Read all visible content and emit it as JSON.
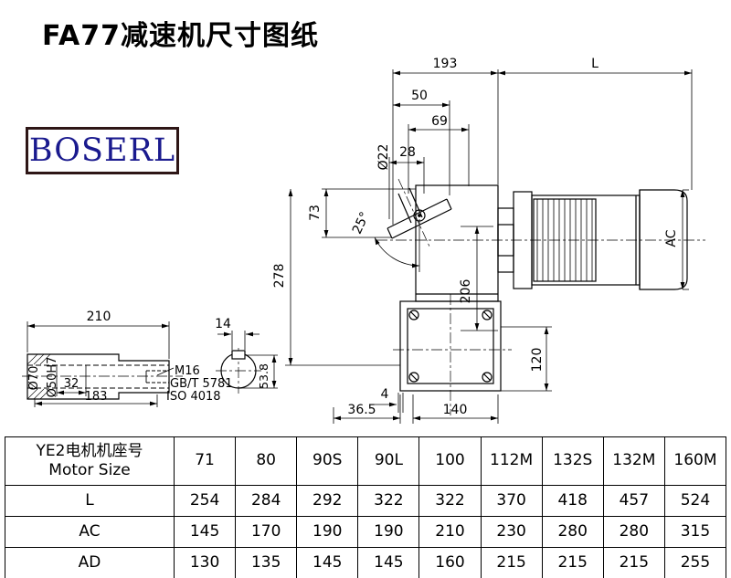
{
  "title": "FA77减速机尺寸图纸",
  "logo": "BOSERL",
  "colors": {
    "logo_text": "#1a1a8e",
    "logo_border": "#2e1616",
    "line": "#000000",
    "background": "#ffffff"
  },
  "drawing": {
    "dims": {
      "d193": "193",
      "dL": "L",
      "d50": "50",
      "d69": "69",
      "phi22": "Ø22",
      "d28": "28",
      "d73": "73",
      "angle25": "25°",
      "d278": "278",
      "d206": "206",
      "ac": "AC",
      "d120": "120",
      "d4": "4",
      "d36_5": "36.5",
      "d140": "140",
      "d210": "210",
      "d14": "14",
      "d53_8": "53.8",
      "phi70": "Ø70",
      "phi50": "Ø50H7",
      "d32": "32",
      "d183": "183",
      "m16": "M16",
      "std_gb": "GB/T 5781",
      "std_iso": "ISO 4018"
    }
  },
  "table": {
    "header": {
      "label_cn": "YE2电机机座号",
      "label_en": "Motor Size",
      "cols": [
        "71",
        "80",
        "90S",
        "90L",
        "100",
        "112M",
        "132S",
        "132M",
        "160M"
      ]
    },
    "rows": [
      {
        "label": "L",
        "values": [
          "254",
          "284",
          "292",
          "322",
          "322",
          "370",
          "418",
          "457",
          "524"
        ]
      },
      {
        "label": "AC",
        "values": [
          "145",
          "170",
          "190",
          "190",
          "210",
          "230",
          "280",
          "280",
          "315"
        ]
      },
      {
        "label": "AD",
        "values": [
          "130",
          "135",
          "145",
          "145",
          "160",
          "215",
          "215",
          "215",
          "255"
        ]
      }
    ]
  }
}
